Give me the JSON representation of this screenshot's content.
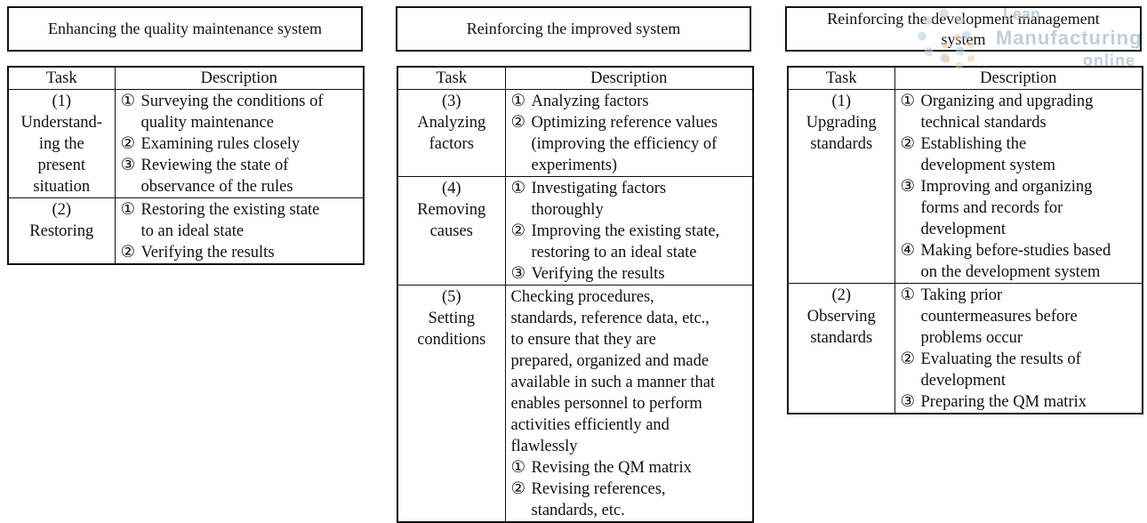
{
  "headers": {
    "task": "Task",
    "description": "Description"
  },
  "watermark": {
    "line1": "Lean",
    "line2": "Manufacturing",
    "line3": "online"
  },
  "columns": [
    {
      "title_lines": [
        "Enhancing the quality maintenance system"
      ],
      "rows": [
        {
          "task_lines": [
            "(1)",
            "Understand-",
            "ing the",
            "present",
            "situation"
          ],
          "items": [
            {
              "num": "①",
              "lines": [
                "Surveying the conditions of",
                "quality maintenance"
              ]
            },
            {
              "num": "②",
              "lines": [
                "Examining rules closely"
              ]
            },
            {
              "num": "③",
              "lines": [
                "Reviewing the state of",
                "observance of the rules"
              ]
            }
          ]
        },
        {
          "task_lines": [
            "(2)",
            "Restoring"
          ],
          "items": [
            {
              "num": "①",
              "lines": [
                "Restoring the existing state",
                "to an ideal state"
              ]
            },
            {
              "num": "②",
              "lines": [
                "Verifying the results"
              ]
            }
          ]
        }
      ]
    },
    {
      "title_lines": [
        "Reinforcing the improved system"
      ],
      "rows": [
        {
          "task_lines": [
            "(3)",
            "Analyzing",
            "factors"
          ],
          "items": [
            {
              "num": "①",
              "lines": [
                "Analyzing factors"
              ]
            },
            {
              "num": "②",
              "lines": [
                "Optimizing reference values",
                "(improving the efficiency of",
                "experiments)"
              ]
            }
          ]
        },
        {
          "task_lines": [
            "(4)",
            "Removing",
            "causes"
          ],
          "items": [
            {
              "num": "①",
              "lines": [
                "Investigating factors",
                "thoroughly"
              ]
            },
            {
              "num": "②",
              "lines": [
                "Improving the existing state,",
                "restoring to an ideal state"
              ]
            },
            {
              "num": "③",
              "lines": [
                "Verifying the results"
              ]
            }
          ]
        },
        {
          "task_lines": [
            "(5)",
            "Setting",
            "conditions"
          ],
          "paragraph": [
            "Checking procedures,",
            "standards, reference data, etc.,",
            "to ensure that they are",
            "prepared, organized and made",
            "available in such a manner that",
            "enables personnel to perform",
            "activities efficiently and",
            "flawlessly"
          ],
          "items": [
            {
              "num": "①",
              "lines": [
                "Revising the QM matrix"
              ]
            },
            {
              "num": "②",
              "lines": [
                "Revising references,",
                "standards, etc."
              ]
            }
          ]
        }
      ]
    },
    {
      "title_lines": [
        "Reinforcing the development management",
        "system"
      ],
      "rows": [
        {
          "task_lines": [
            "(1)",
            "Upgrading",
            "standards"
          ],
          "items": [
            {
              "num": "①",
              "lines": [
                "Organizing and upgrading",
                "technical standards"
              ]
            },
            {
              "num": "②",
              "lines": [
                "Establishing the",
                "development system"
              ]
            },
            {
              "num": "③",
              "lines": [
                "Improving and organizing",
                "forms and records for",
                "development"
              ]
            },
            {
              "num": "④",
              "lines": [
                "Making before-studies based",
                "on the development system"
              ]
            }
          ]
        },
        {
          "task_lines": [
            "(2)",
            "Observing",
            "standards"
          ],
          "items": [
            {
              "num": "①",
              "lines": [
                "Taking prior",
                "countermeasures before",
                "problems occur"
              ]
            },
            {
              "num": "②",
              "lines": [
                "Evaluating the results of",
                "development"
              ]
            },
            {
              "num": "③",
              "lines": [
                "Preparing the QM matrix"
              ]
            }
          ]
        }
      ]
    }
  ]
}
